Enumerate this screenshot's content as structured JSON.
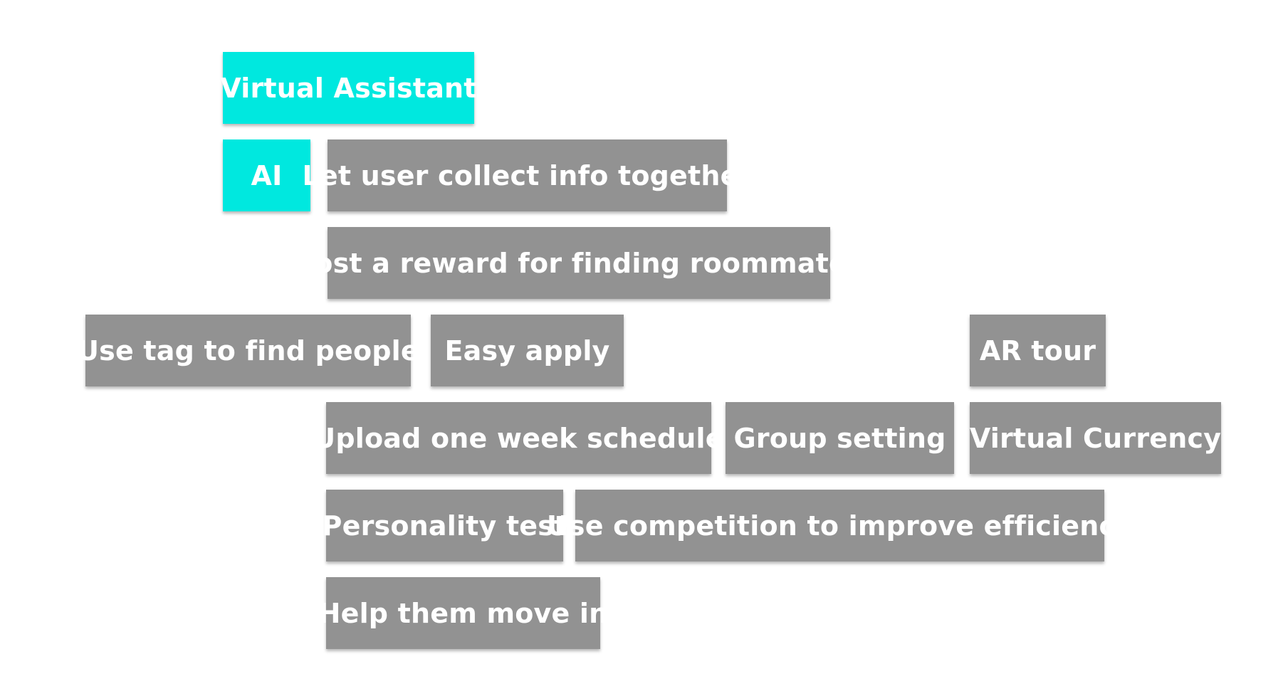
{
  "colors": {
    "highlight": "#00e8df",
    "neutral": "#929292",
    "text": "#ffffff",
    "background": "#ffffff"
  },
  "cards": [
    {
      "label": "Virtual Assistant",
      "style": "highlight"
    },
    {
      "label": "AI",
      "style": "highlight"
    },
    {
      "label": "Let user collect info together",
      "style": "neutral"
    },
    {
      "label": "Post a reward for finding roommates",
      "style": "neutral"
    },
    {
      "label": "Use tag to find people",
      "style": "neutral"
    },
    {
      "label": "Easy apply",
      "style": "neutral"
    },
    {
      "label": "AR tour",
      "style": "neutral"
    },
    {
      "label": "Upload one week schedule",
      "style": "neutral"
    },
    {
      "label": "Group setting",
      "style": "neutral"
    },
    {
      "label": "Virtual Currency",
      "style": "neutral"
    },
    {
      "label": "Personality test",
      "style": "neutral"
    },
    {
      "label": "Use competition to improve efficiency",
      "style": "neutral"
    },
    {
      "label": "Help them move in",
      "style": "neutral"
    }
  ]
}
